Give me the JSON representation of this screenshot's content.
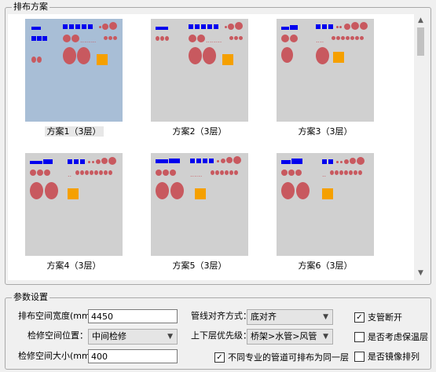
{
  "layout_group": {
    "title": "排布方案"
  },
  "schemes": [
    {
      "label": "方案1（3层）",
      "selected": true
    },
    {
      "label": "方案2（3层）",
      "selected": false
    },
    {
      "label": "方案3（3层）",
      "selected": false
    },
    {
      "label": "方案4（3层）",
      "selected": false
    },
    {
      "label": "方案5（3层）",
      "selected": false
    },
    {
      "label": "方案6（3层）",
      "selected": false
    }
  ],
  "params_group": {
    "title": "参数设置",
    "width_label": "排布空间宽度(mm)",
    "width_value": "4450",
    "maint_pos_label": "检修空间位置：",
    "maint_pos_value": "中间检修",
    "maint_size_label": "检修空间大小(mm)",
    "maint_size_value": "400",
    "align_label": "管线对齐方式：",
    "align_value": "底对齐",
    "priority_label": "上下层优先级：",
    "priority_value": "桥架>水管>风管",
    "same_layer_label": "不同专业的管道可排布为同一层",
    "same_layer_checked": true,
    "break_label": "支管断开",
    "break_checked": true,
    "insulation_label": "是否考虑保温层",
    "insulation_checked": false,
    "mirror_label": "是否镜像排列",
    "mirror_checked": false
  },
  "icons": {
    "scroll_up": "chevron-up-icon",
    "scroll_down": "chevron-down-icon",
    "dropdown": "chevron-down-icon"
  },
  "colors": {
    "selected_thumb": "#a8bed6",
    "thumb": "#d0d0d0",
    "bridge": "#0000ee",
    "pipe": "#c8595f",
    "duct": "#f5a000"
  }
}
